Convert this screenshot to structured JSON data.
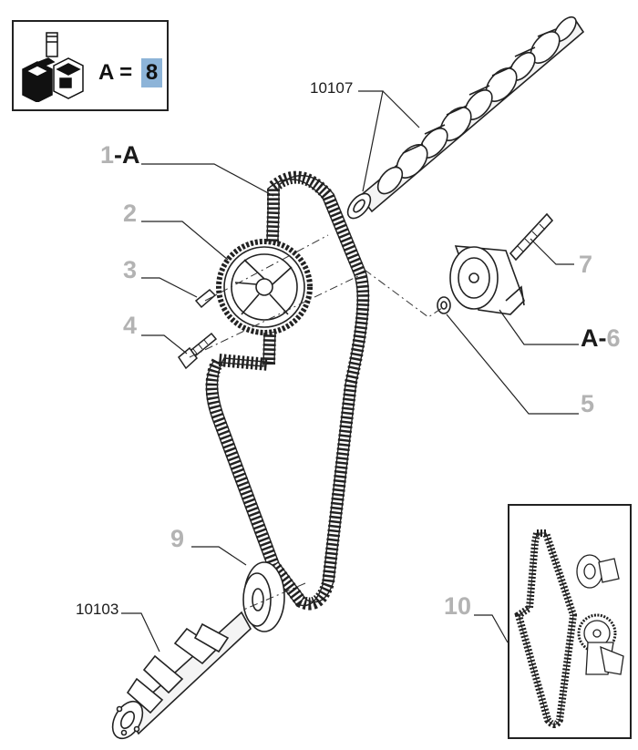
{
  "legend": {
    "letter": "A",
    "equals": "=",
    "quantity": "8",
    "highlight_color": "#8db4d8"
  },
  "callouts": {
    "c1": {
      "num": "1",
      "sep": "-",
      "group": "A"
    },
    "c2": "2",
    "c3": "3",
    "c4": "4",
    "c5": "5",
    "c6": {
      "group": "A",
      "sep": "-",
      "num": "6"
    },
    "c7": "7",
    "c9": "9",
    "c10": "10"
  },
  "refs": {
    "camshaft": "10107",
    "crankshaft": "10103"
  },
  "colors": {
    "callout_gray": "#b3b3b3",
    "line": "#1a1a1a"
  },
  "icons": [
    "parts-kit-icon",
    "timing-belt-icon",
    "camshaft-pulley-icon",
    "tensioner-icon",
    "crankshaft-icon",
    "water-pump-icon"
  ]
}
